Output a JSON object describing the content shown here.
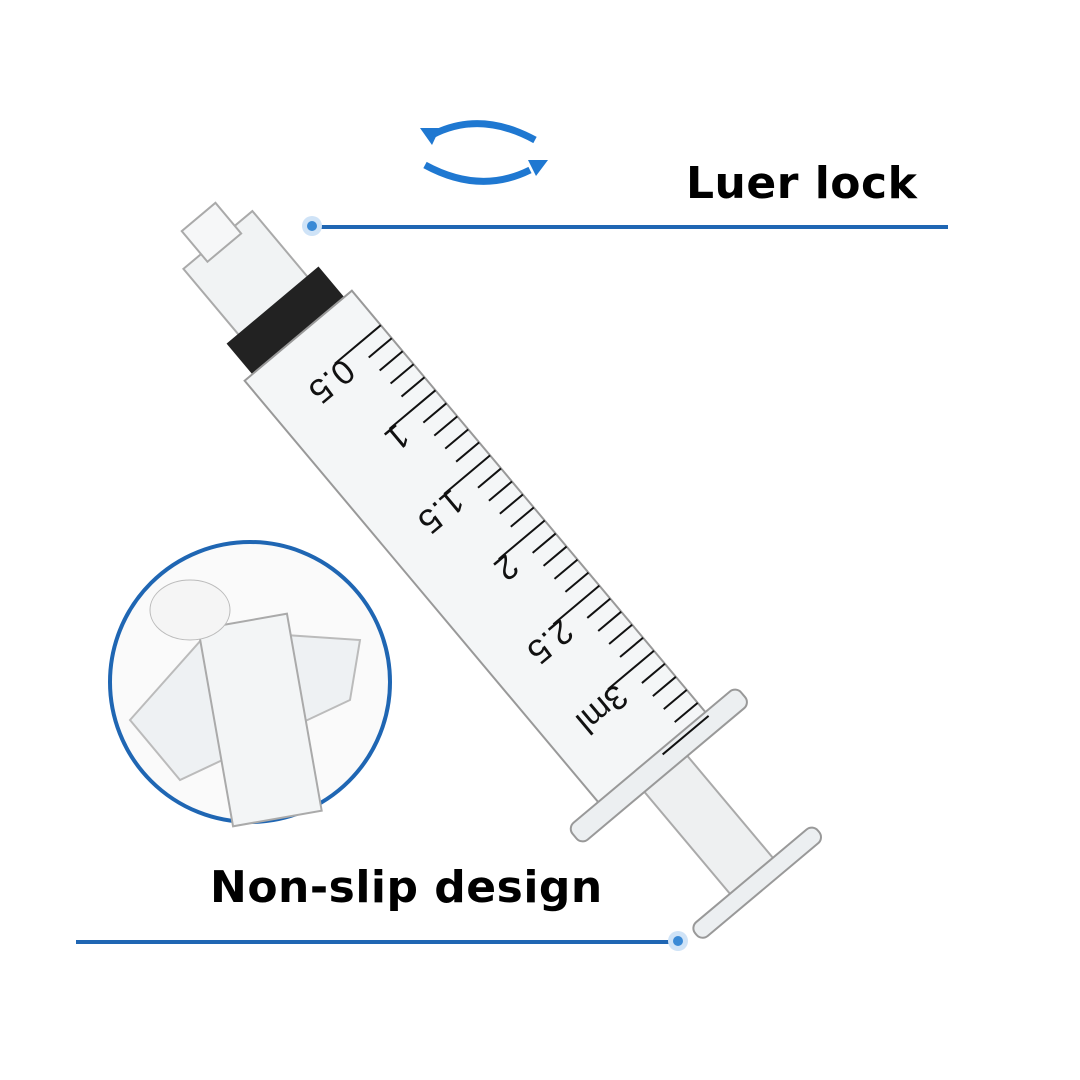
{
  "callouts": {
    "top": "Luer lock",
    "bottom": "Non-slip design"
  },
  "syringe": {
    "graduations": [
      "0.5",
      "1",
      "1.5",
      "2",
      "2.5",
      "3ml"
    ]
  },
  "colors": {
    "accent": "#1f66b3",
    "dot": "#3a8ad6"
  },
  "icons": [
    "rotate-arrows-icon",
    "callout-dot-icon"
  ]
}
